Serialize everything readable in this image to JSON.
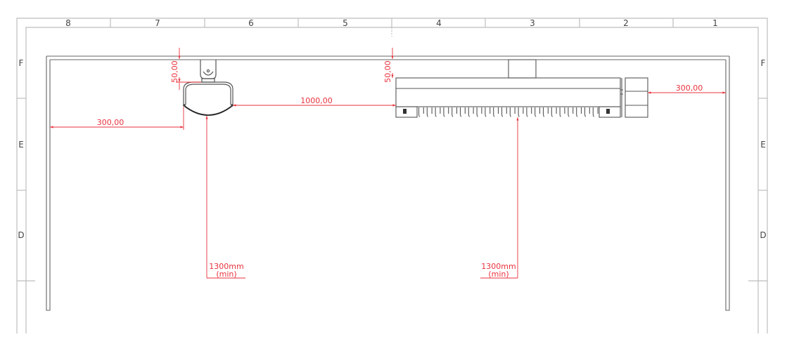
{
  "drawing": {
    "type": "technical drawing (mounting clearance)",
    "units": "mm",
    "border": {
      "column_labels": [
        "8",
        "7",
        "6",
        "5",
        "4",
        "3",
        "2",
        "1"
      ],
      "row_labels_left": [
        "F",
        "E",
        "D"
      ],
      "row_labels_right": [
        "F",
        "E",
        "D"
      ]
    },
    "components": [
      {
        "id": "radiant-heater-round",
        "description": "Round/curved heater with ceiling bracket (left)"
      },
      {
        "id": "linear-finned-heater",
        "description": "Linear finned heater with top mounting block and end junction box (right)"
      }
    ],
    "dimensions": {
      "left_wall_clearance": "300,00",
      "round_heater_ceiling_gap": "50,00",
      "between_heaters": "1000,00",
      "linear_heater_ceiling_gap": "50,00",
      "right_wall_clearance": "300,00",
      "round_heater_floor_height_value": "1300mm",
      "round_heater_floor_height_qualifier": "(min)",
      "linear_heater_floor_height_value": "1300mm",
      "linear_heater_floor_height_qualifier": "(min)"
    },
    "colors": {
      "dimension": "#e8323c",
      "outline": "#555555",
      "border": "#bdbdbd",
      "background": "#ffffff"
    }
  }
}
